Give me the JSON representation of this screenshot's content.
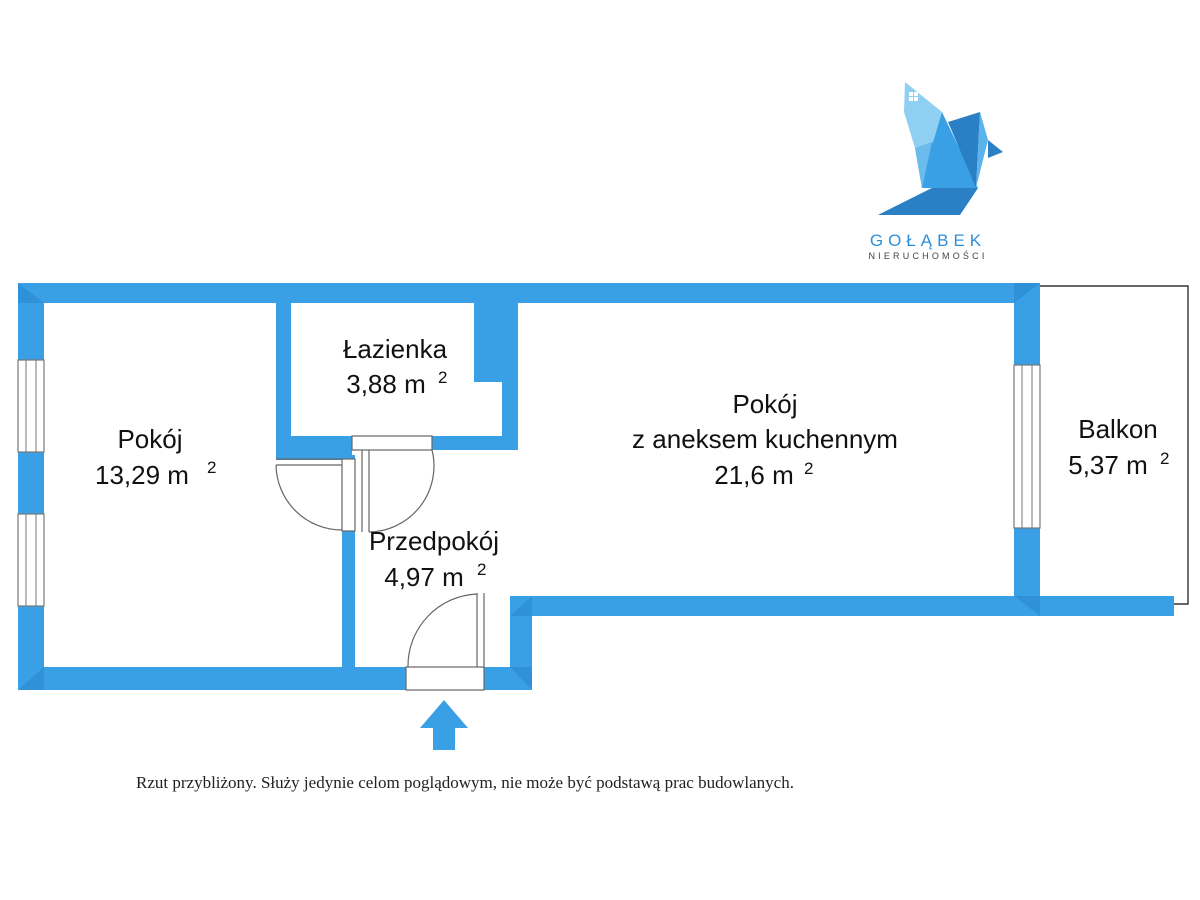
{
  "brand": {
    "name": "GOŁĄBEK",
    "tagline": "NIERUCHOMOŚCI",
    "logo_icon": "origami-dove-house-icon",
    "colors": {
      "primary": "#3aa0e6",
      "dark": "#2b7fc4",
      "light": "#8fd0f2"
    }
  },
  "plan": {
    "wall_color": "#3aa0e6",
    "rooms": [
      {
        "id": "pokoj",
        "name": "Pokój",
        "area": "13,29 m",
        "unit_sup": "2"
      },
      {
        "id": "lazienka",
        "name": "Łazienka",
        "area": "3,88 m",
        "unit_sup": "2"
      },
      {
        "id": "pokoj-aneks",
        "name": "Pokój",
        "name2": "z aneksem kuchennym",
        "area": "21,6 m",
        "unit_sup": "2"
      },
      {
        "id": "przedpokoj",
        "name": "Przedpokój",
        "area": "4,97 m",
        "unit_sup": "2"
      },
      {
        "id": "balkon",
        "name": "Balkon",
        "area": "5,37 m",
        "unit_sup": "2"
      }
    ],
    "entrance_icon": "arrow-up-icon"
  },
  "disclaimer": "Rzut przybliżony. Służy jedynie celom poglądowym, nie może być podstawą prac budowlanych."
}
